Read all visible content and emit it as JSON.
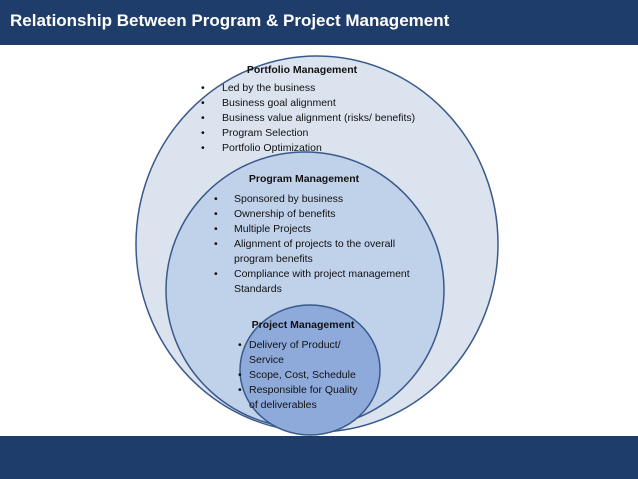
{
  "header": {
    "title": "Relationship Between Program & Project Management"
  },
  "colors": {
    "header_bg": "#1f3d6b",
    "portfolio_fill": "#dbe3ef",
    "program_fill": "#c0d1ea",
    "project_fill": "#8eaadb",
    "circle_stroke": "#3a5a8c"
  },
  "portfolio": {
    "heading": "Portfolio Management",
    "bullets": [
      "Led by the business",
      "Business goal alignment",
      "Business value alignment (risks/ benefits)",
      "Program Selection",
      "Portfolio Optimization"
    ]
  },
  "program": {
    "heading": "Program Management",
    "bullets": [
      "Sponsored by business",
      "Ownership of benefits",
      "Multiple Projects",
      "Alignment of projects to the overall",
      "program benefits",
      "Compliance with project management",
      "Standards"
    ]
  },
  "project": {
    "heading": "Project Management",
    "bullets": [
      "Delivery of Product/",
      "Service",
      "Scope, Cost, Schedule",
      "Responsible for Quality",
      "of deliverables"
    ]
  }
}
